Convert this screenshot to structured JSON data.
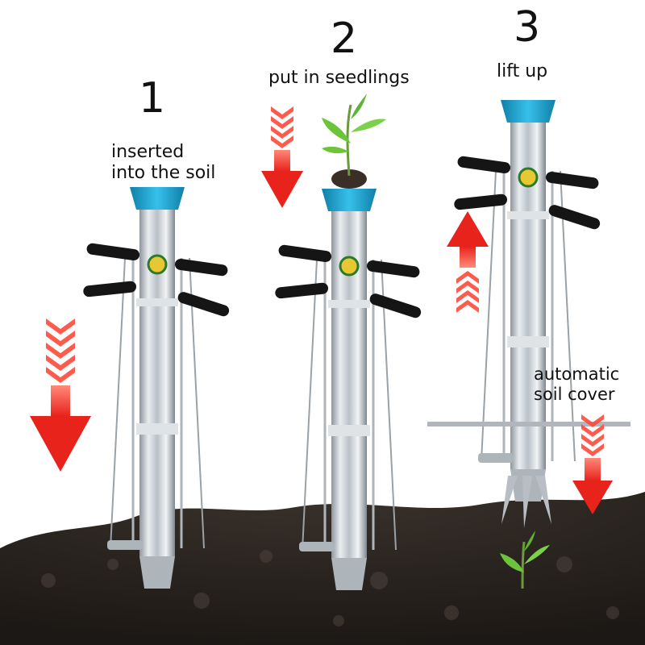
{
  "steps": [
    {
      "number": "1",
      "caption_line1": "inserted",
      "caption_line2": "into the soil"
    },
    {
      "number": "2",
      "caption_line1": "put in seedlings"
    },
    {
      "number": "3",
      "caption_line1": "lift up"
    }
  ],
  "annotation": {
    "line1": "automatic",
    "line2": "soil cover"
  },
  "colors": {
    "arrow_red": "#e8231c",
    "arrow_red_light": "#ff6a5a",
    "cup_blue": "#1aa6d6",
    "tube_silver": "#c9cfd4",
    "handle_black": "#151515",
    "soil_dark": "#2a2420",
    "leaf_green": "#6cc43a"
  },
  "icons": [
    "down-arrow-icon",
    "up-arrow-icon",
    "seedling-icon",
    "planter-tool-icon"
  ]
}
